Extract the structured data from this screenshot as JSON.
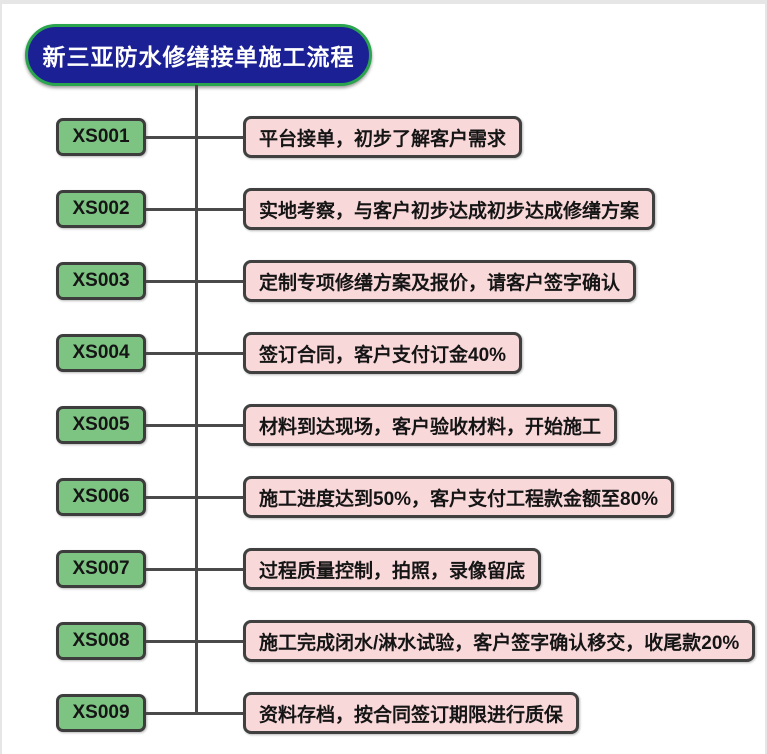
{
  "title": {
    "text": "新三亚防水修缮接单施工流程"
  },
  "colors": {
    "title_fill": "#1b2094",
    "title_border": "#2ba44e",
    "title_text": "#ffffff",
    "step_fill": "#7dc382",
    "step_border": "#3d3d3d",
    "desc_fill": "#f9d8da",
    "desc_border": "#404040",
    "connector_line": "#4a4a4a",
    "text": "#151515",
    "page_edge": "#e6e6e6",
    "background": "#ffffff"
  },
  "steps": [
    {
      "code": "XS001",
      "desc": "平台接单，初步了解客户需求"
    },
    {
      "code": "XS002",
      "desc": "实地考察，与客户初步达成初步达成修缮方案"
    },
    {
      "code": "XS003",
      "desc": "定制专项修缮方案及报价，请客户签字确认"
    },
    {
      "code": "XS004",
      "desc": "签订合同，客户支付订金40%"
    },
    {
      "code": "XS005",
      "desc": "材料到达现场，客户验收材料，开始施工"
    },
    {
      "code": "XS006",
      "desc": "施工进度达到50%，客户支付工程款金额至80%"
    },
    {
      "code": "XS007",
      "desc": "过程质量控制，拍照，录像留底"
    },
    {
      "code": "XS008",
      "desc": "施工完成闭水/淋水试验，客户签字确认移交，收尾款20%"
    },
    {
      "code": "XS009",
      "desc": "资料存档，按合同签订期限进行质保"
    }
  ]
}
